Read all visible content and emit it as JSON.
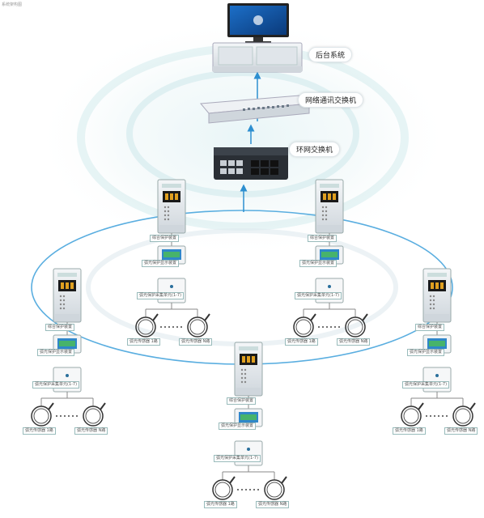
{
  "header": {
    "corner_text": "系统架构图"
  },
  "top_layer": {
    "backend_label": "后台系统",
    "network_switch_label": "网络通讯交换机",
    "ring_switch_label": "环网交换机"
  },
  "node_labels": {
    "protection_device": "综合保护装置",
    "fiber_display": "弧光保护显示装置",
    "fiber_module": "弧光保护采集单元(1-7)",
    "sensor_1": "弧光传感器 1路",
    "sensor_n": "弧光传感器 N路"
  },
  "colors": {
    "ring": "#5aaee0",
    "accent": "#2a6f9c",
    "panel": "#e8ecef"
  }
}
